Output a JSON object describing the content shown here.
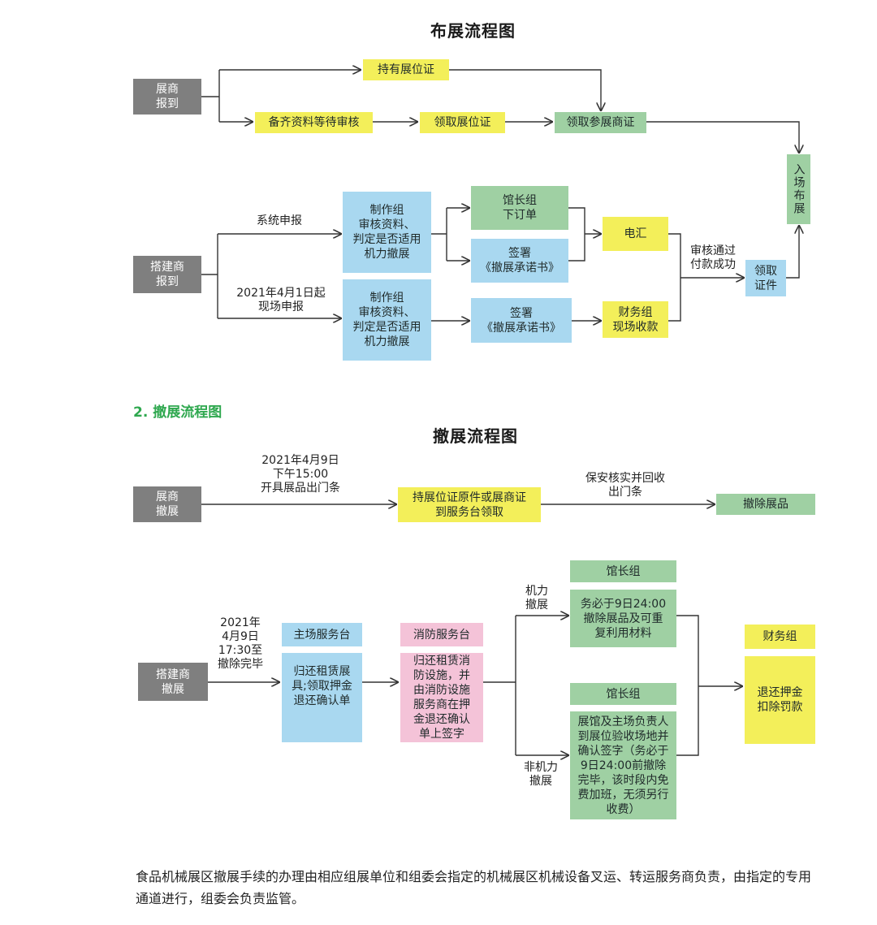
{
  "setup": {
    "title": "布展流程图",
    "exhibitor_checkin": "展商\n报到",
    "hold_booth_cert": "持有展位证",
    "prepare_docs": "备齐资料等待审核",
    "get_booth_cert": "领取展位证",
    "get_exhibitor_cert": "领取参展商证",
    "enter_venue": "入场布展",
    "builder_checkin": "搭建商\n报到",
    "system_apply": "系统申报",
    "onsite_apply": "2021年4月1日起\n现场申报",
    "production_review_1": "制作组\n审核资料、\n判定是否适用\n机力撤展",
    "production_review_2": "制作组\n审核资料、\n判定是否适用\n机力撤展",
    "hall_manager_order": "馆长组\n下订单",
    "sign_commitment_1": "签署\n《撤展承诺书》",
    "sign_commitment_2": "签署\n《撤展承诺书》",
    "wire_transfer": "电汇",
    "finance_onsite": "财务组\n现场收款",
    "review_paid": "审核通过\n付款成功",
    "get_certificates": "领取\n证件"
  },
  "section_heading": "2. 撤展流程图",
  "teardown": {
    "title": "撤展流程图",
    "exhibitor_teardown": "展商\n撤展",
    "pass_time": "2021年4月9日\n下午15:00\n开具展品出门条",
    "hold_cert": "持展位证原件或展商证\n到服务台领取",
    "security_check": "保安核实并回收\n出门条",
    "remove_exhibits": "撤除展品",
    "builder_teardown": "搭建商\n撤展",
    "builder_time": "2021年\n4月9日\n17:30至\n撤除完毕",
    "main_desk_label": "主场服务台",
    "main_desk_text": "归还租赁展\n具;领取押金\n退还确认单",
    "fire_desk_label": "消防服务台",
    "fire_desk_text": "归还租赁消\n防设施，并\n由消防设施\n服务商在押\n金退还确认\n单上签字",
    "machine_label": "机力\n撤展",
    "non_machine_label": "非机力\n撤展",
    "hall_group_1": "馆长组",
    "hall_text_1": "务必于9日24:00\n撤除展品及可重\n复利用材料",
    "hall_group_2": "馆长组",
    "hall_text_2": "展馆及主场负责人\n到展位验收场地并\n确认签字（务必于\n9日24:00前撤除\n完毕，该时段内免\n费加班，无须另行\n收费）",
    "finance_label": "财务组",
    "finance_text": "退还押金\n扣除罚款"
  },
  "footer": "食品机械展区撤展手续的办理由相应组展单位和组委会指定的机械展区机械设备叉运、转运服务商负责，由指定的专用通道进行，组委会负责监管。"
}
